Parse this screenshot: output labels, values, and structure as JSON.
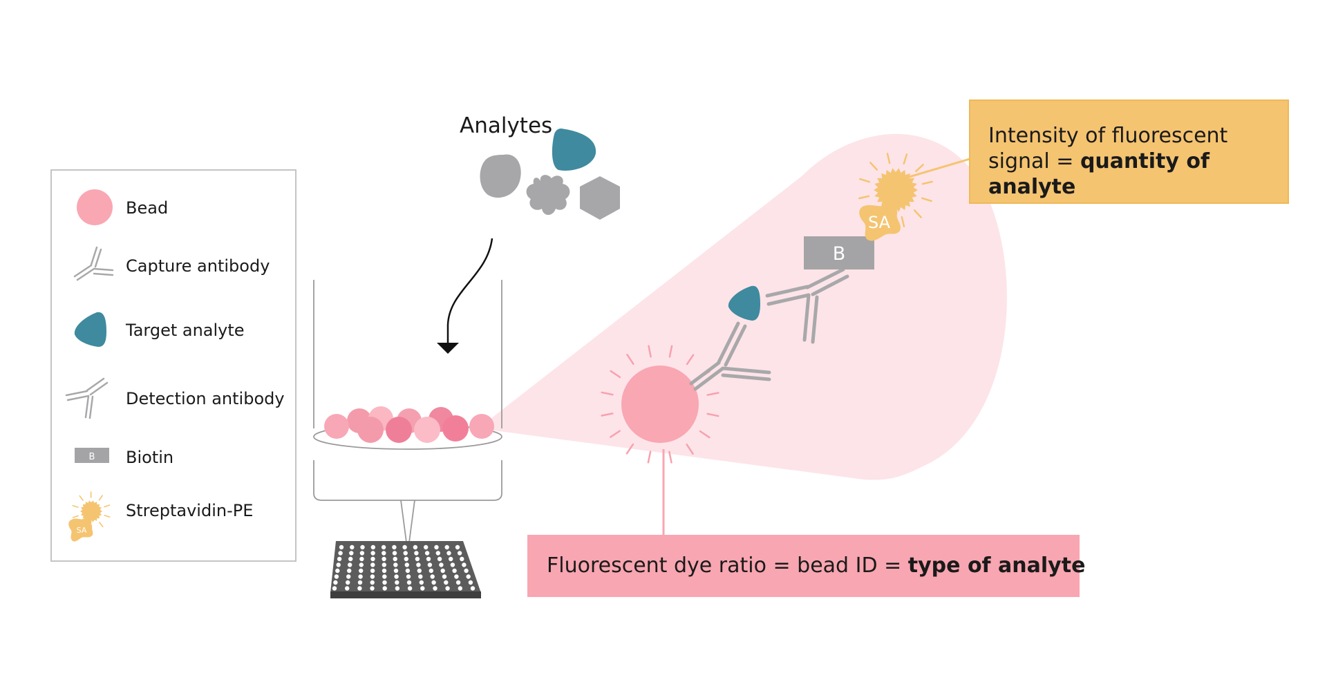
{
  "legend": {
    "items": [
      {
        "label": "Bead"
      },
      {
        "label": "Capture antibody"
      },
      {
        "label": "Target analyte"
      },
      {
        "label": "Detection antibody"
      },
      {
        "label": "Biotin",
        "icon_text": "B"
      },
      {
        "label": "Streptavidin-PE",
        "icon_text": "SA"
      }
    ]
  },
  "analytes": {
    "title": "Analytes"
  },
  "complex": {
    "biotin_label": "B",
    "streptavidin_label": "SA"
  },
  "callouts": {
    "quantity": {
      "line1": "Intensity of fluorescent",
      "line2_prefix": "signal = ",
      "line2_bold": "quantity of analyte"
    },
    "type": {
      "prefix": "Fluorescent dye ratio = bead ID = ",
      "bold": "type of analyte"
    }
  },
  "colors": {
    "bead": "#f9a7b2",
    "analyte": "#3f8a9e",
    "antibody": "#a8a8aa",
    "biotin": "#a4a4a6",
    "streptavidin": "#f5c471",
    "zoom_cone": "#fde4e8",
    "quantity_callout": "#f5c471",
    "type_callout": "#f8a6b1"
  },
  "icons": [
    "bead-icon",
    "capture-antibody-icon",
    "target-analyte-icon",
    "detection-antibody-icon",
    "biotin-icon",
    "streptavidin-pe-icon",
    "well-plate-icon"
  ]
}
